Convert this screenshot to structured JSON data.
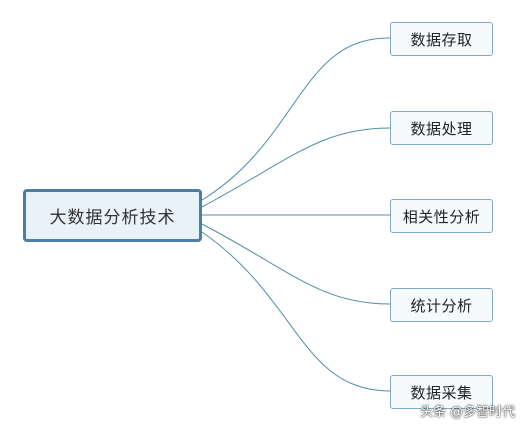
{
  "diagram": {
    "central": "大数据分析技术",
    "branches": [
      {
        "label": "数据存取"
      },
      {
        "label": "数据处理"
      },
      {
        "label": "相关性分析"
      },
      {
        "label": "统计分析"
      },
      {
        "label": "数据采集"
      }
    ],
    "colors": {
      "central_border": "#4a7ea4",
      "central_fill": "#e9f1f9",
      "branch_border": "#7fa9c4",
      "branch_fill": "#f7fafd",
      "connector": "#4f8fa6"
    }
  },
  "watermark": "头条 @多智时代"
}
